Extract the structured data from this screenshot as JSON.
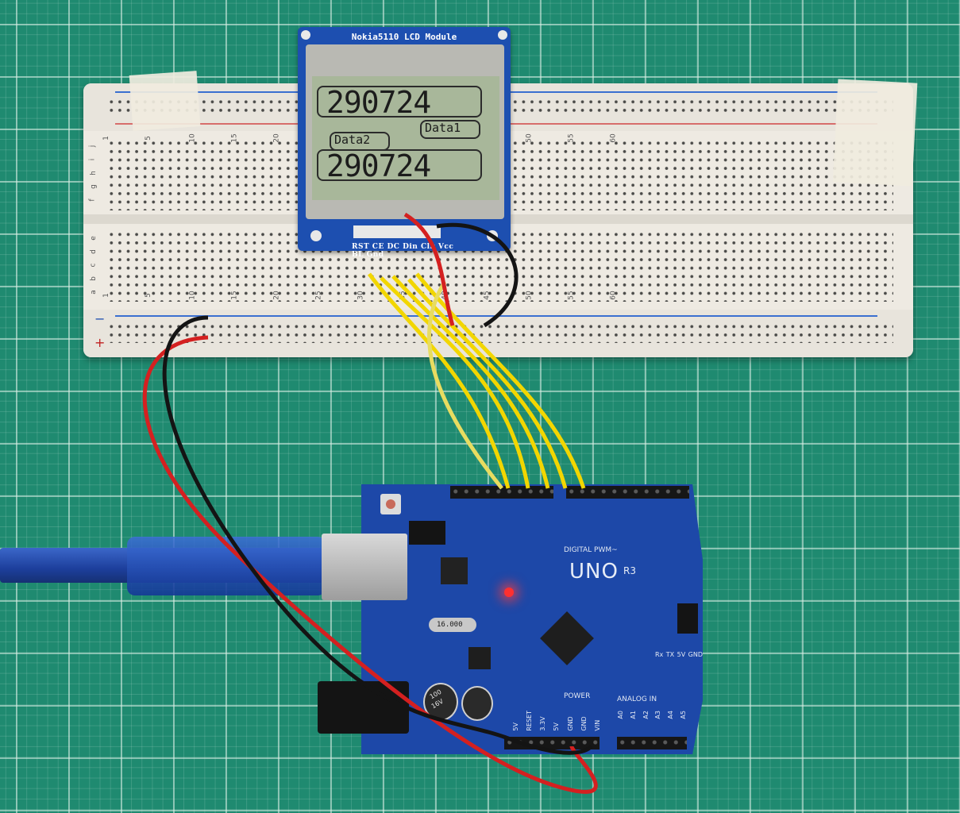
{
  "lcd_module": {
    "title": "Nokia5110 LCD Module",
    "pin_labels": "RST CE DC Din Clk Vcc BL Gnd",
    "screen": {
      "line1_value": "290724",
      "label1": "Data1",
      "label2": "Data2",
      "line2_value": "290724"
    }
  },
  "breadboard": {
    "row_letters_top": [
      "j",
      "i",
      "h",
      "g",
      "f"
    ],
    "row_letters_bottom": [
      "e",
      "d",
      "c",
      "b",
      "a"
    ],
    "column_numbers": [
      "1",
      "5",
      "10",
      "15",
      "20",
      "25",
      "30",
      "35",
      "40",
      "45",
      "50",
      "55",
      "60"
    ],
    "rail_signs": {
      "minus": "−",
      "plus": "+"
    }
  },
  "arduino": {
    "board_name": "UNO",
    "revision": "R3",
    "crystal": "16.000",
    "section_digital": "DIGITAL PWM~",
    "section_power": "POWER",
    "section_analog": "ANALOG IN",
    "power_pins": [
      "5V",
      "RESET",
      "3.3V",
      "5V",
      "GND",
      "GND",
      "VIN"
    ],
    "analog_pins": [
      "A0",
      "A1",
      "A2",
      "A3",
      "A4",
      "A5"
    ],
    "icsp_labels": [
      "Rx",
      "TX",
      "5V",
      "GND"
    ],
    "capacitor_labels": [
      "100",
      "16V"
    ],
    "led_color": "#ff3030"
  },
  "colors": {
    "mat": "#1f8a70",
    "pcb": "#1d48a8",
    "lcd_glass": "#a8b79a",
    "wire_yellow": "#f2d600",
    "wire_red": "#d42020",
    "wire_black": "#141414"
  }
}
